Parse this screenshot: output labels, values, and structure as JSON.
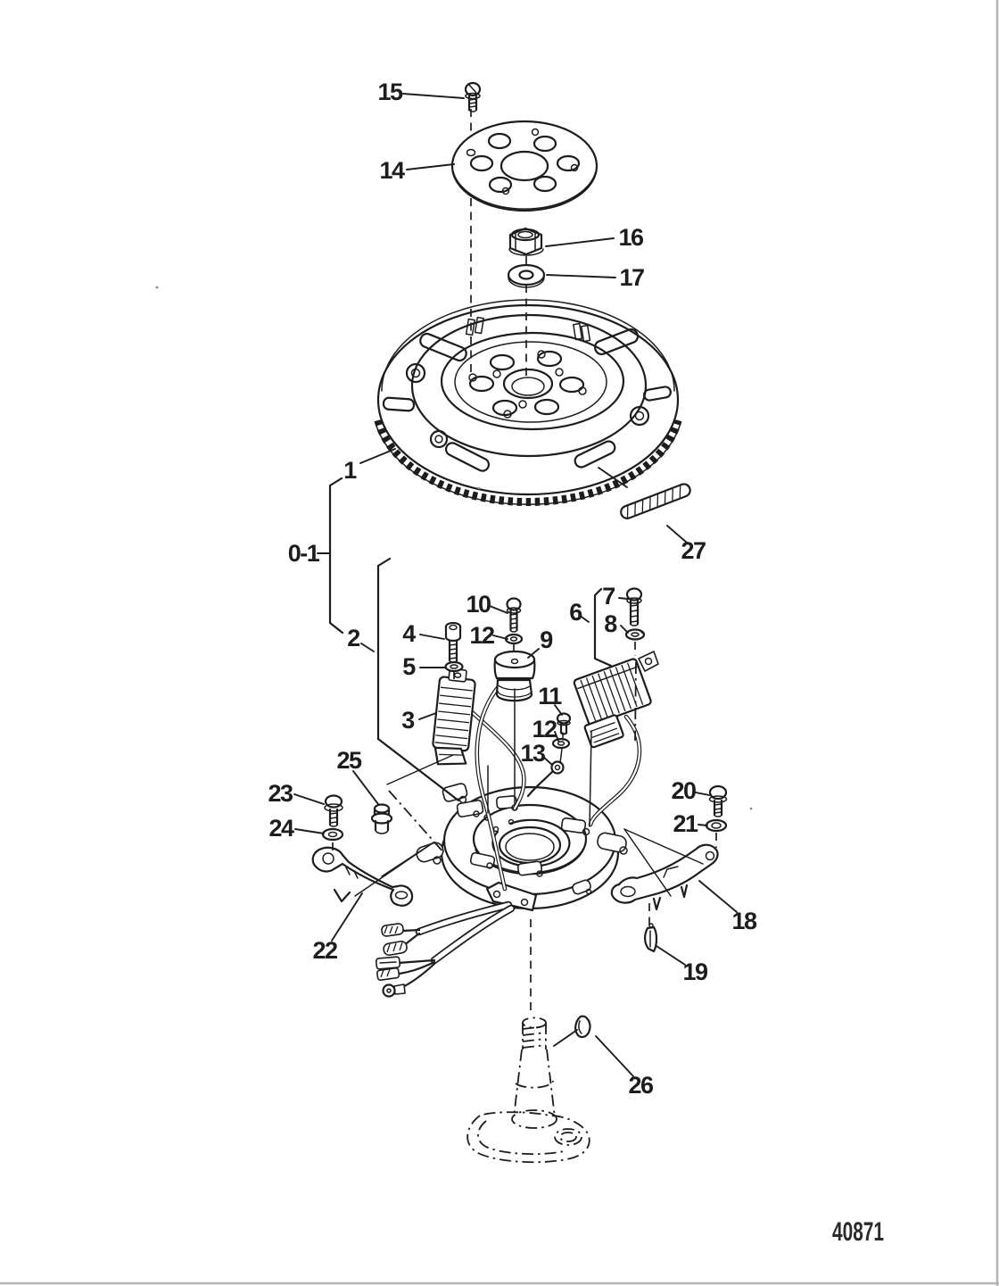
{
  "page": {
    "background": "#ffffff",
    "ink": "#1d1d1d",
    "edge_color": "#b5b5b5",
    "drawing_number": "40871"
  },
  "callouts": {
    "n15": "15",
    "n14": "14",
    "n16": "16",
    "n17": "17",
    "n1": "1",
    "n01": "0-1",
    "n27": "27",
    "n2": "2",
    "n4": "4",
    "n5": "5",
    "n3": "3",
    "n10": "10",
    "n12a": "12",
    "n9": "9",
    "n6": "6",
    "n7": "7",
    "n8": "8",
    "n11": "11",
    "n12b": "12",
    "n13": "13",
    "n25": "25",
    "n23": "23",
    "n24": "24",
    "n22": "22",
    "n20": "20",
    "n21": "21",
    "n18": "18",
    "n19": "19",
    "n26": "26"
  }
}
